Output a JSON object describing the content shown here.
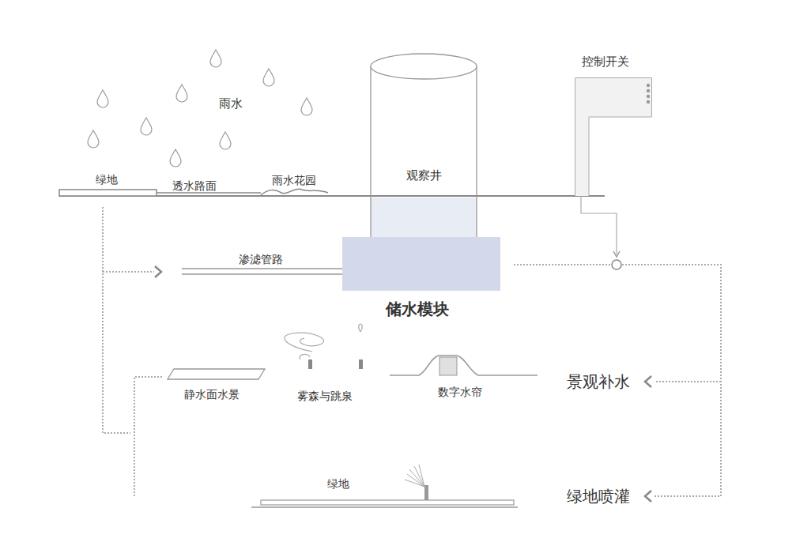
{
  "diagram": {
    "nodes": [
      {
        "text": [
          "观察井"
        ]
      },
      {
        "text": [
          "储水模块"
        ]
      },
      {
        "text": [
          "控制开关"
        ]
      }
    ],
    "labels": [
      "雨水",
      "绿地",
      "透水路面",
      "雨水花园",
      "渗滤管路",
      "静水面水景",
      "雾森与跳泉",
      "数字水帘",
      "景观补水",
      "绿地喷灌",
      "绿地"
    ]
  }
}
